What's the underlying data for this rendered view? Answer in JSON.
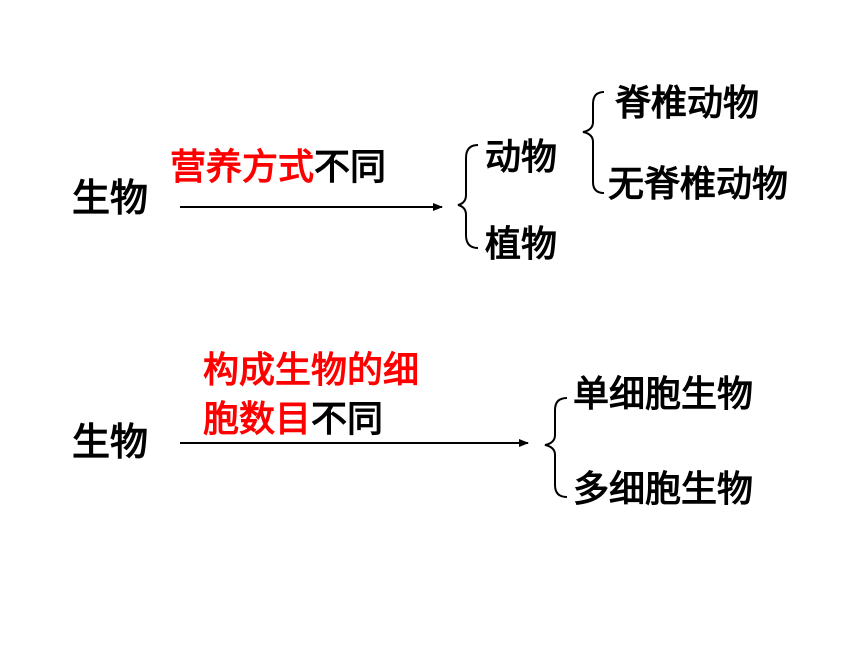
{
  "colors": {
    "text": "#000000",
    "highlight": "#ff0000"
  },
  "diagram1": {
    "root": "生物",
    "criterion_highlight": "营养方式",
    "criterion_rest": "不同",
    "branch_a": "动物",
    "branch_b": "植物",
    "sub_a1": "脊椎动物",
    "sub_a2": "无脊椎动物"
  },
  "diagram2": {
    "root": "生物",
    "criterion_line1": "构成生物的细",
    "criterion_line2_highlight": "胞数目",
    "criterion_line2_rest": "不同",
    "branch_a": "单细胞生物",
    "branch_b": "多细胞生物"
  }
}
